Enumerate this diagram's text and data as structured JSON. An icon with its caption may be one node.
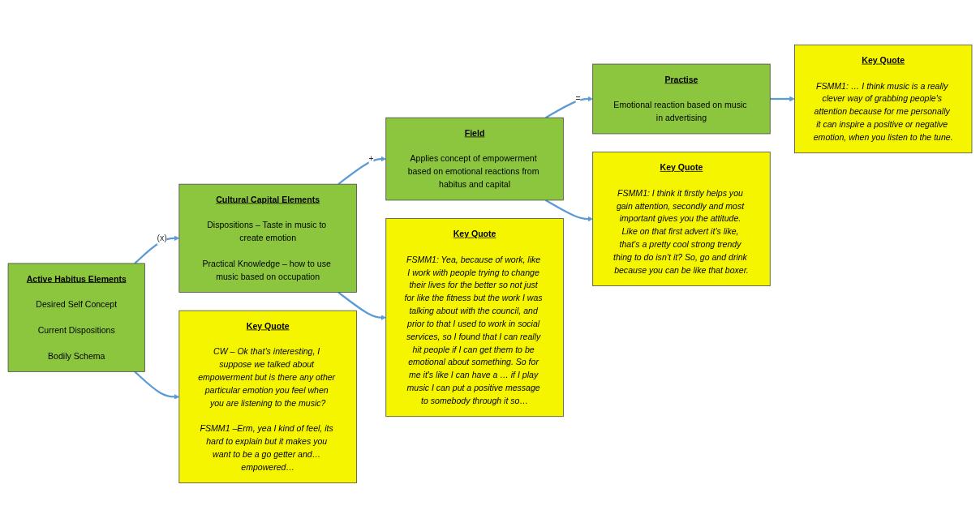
{
  "diagram": {
    "nodes": [
      {
        "text": [
          "Active Habitus Elements",
          "Desired Self Concept",
          "Current Dispositions",
          "Bodily Schema"
        ]
      },
      {
        "text": [
          "Cultural Capital Elements",
          "Dispositions – Taste in music to create emotion",
          "Practical Knowledge – how to use music based on occupation"
        ]
      },
      {
        "text": [
          "Field",
          "Applies concept of empowerment based on emotional reactions from habitus and capital"
        ]
      },
      {
        "text": [
          "Practise",
          "Emotional reaction based on music in advertising"
        ]
      },
      {
        "text": [
          "Key Quote",
          "CW – Ok that’s interesting, I suppose we talked about empowerment but is there any other particular emotion you feel when you are listening to the music?",
          "FSMM1 –Erm, yea I kind of feel, its hard to explain but it makes you want to be a go getter and… empowered…"
        ]
      },
      {
        "text": [
          "Key Quote",
          "FSMM1: Yea, because of work, like I work with people trying to change their lives for the better so not just for like the fitness but the work I was talking about with the council, and prior to that I used to work in social services, so I found that I can really hit people if I can get them to be emotional about something. So for me it's like I can have a … if I play music I can put a positive message to somebody through it so…"
        ]
      },
      {
        "text": [
          "Key Quote",
          "FSMM1: I think it firstly helps you gain attention, secondly and most important gives you the attitude. Like on that first advert it’s like, that’s a pretty cool strong trendy thing to do isn’t it? So, go and drink because you can be like that boxer."
        ]
      },
      {
        "text": [
          "Key Quote",
          "FSMM1: … I think music is a really clever way of grabbing people's attention because for me personally it can inspire a positive or negative emotion, when you listen to the tune."
        ]
      }
    ],
    "edges": [
      {
        "from": 0,
        "to": 1,
        "arrow": "to",
        "label": "(x)"
      },
      {
        "from": 1,
        "to": 2,
        "arrow": "to",
        "label": "+"
      },
      {
        "from": 2,
        "to": 3,
        "arrow": "to",
        "label": "="
      },
      {
        "from": 0,
        "to": 4,
        "arrow": "to"
      },
      {
        "from": 1,
        "to": 5,
        "arrow": "to"
      },
      {
        "from": 2,
        "to": 6,
        "arrow": "to"
      },
      {
        "from": 3,
        "to": 7,
        "arrow": "to"
      }
    ]
  }
}
